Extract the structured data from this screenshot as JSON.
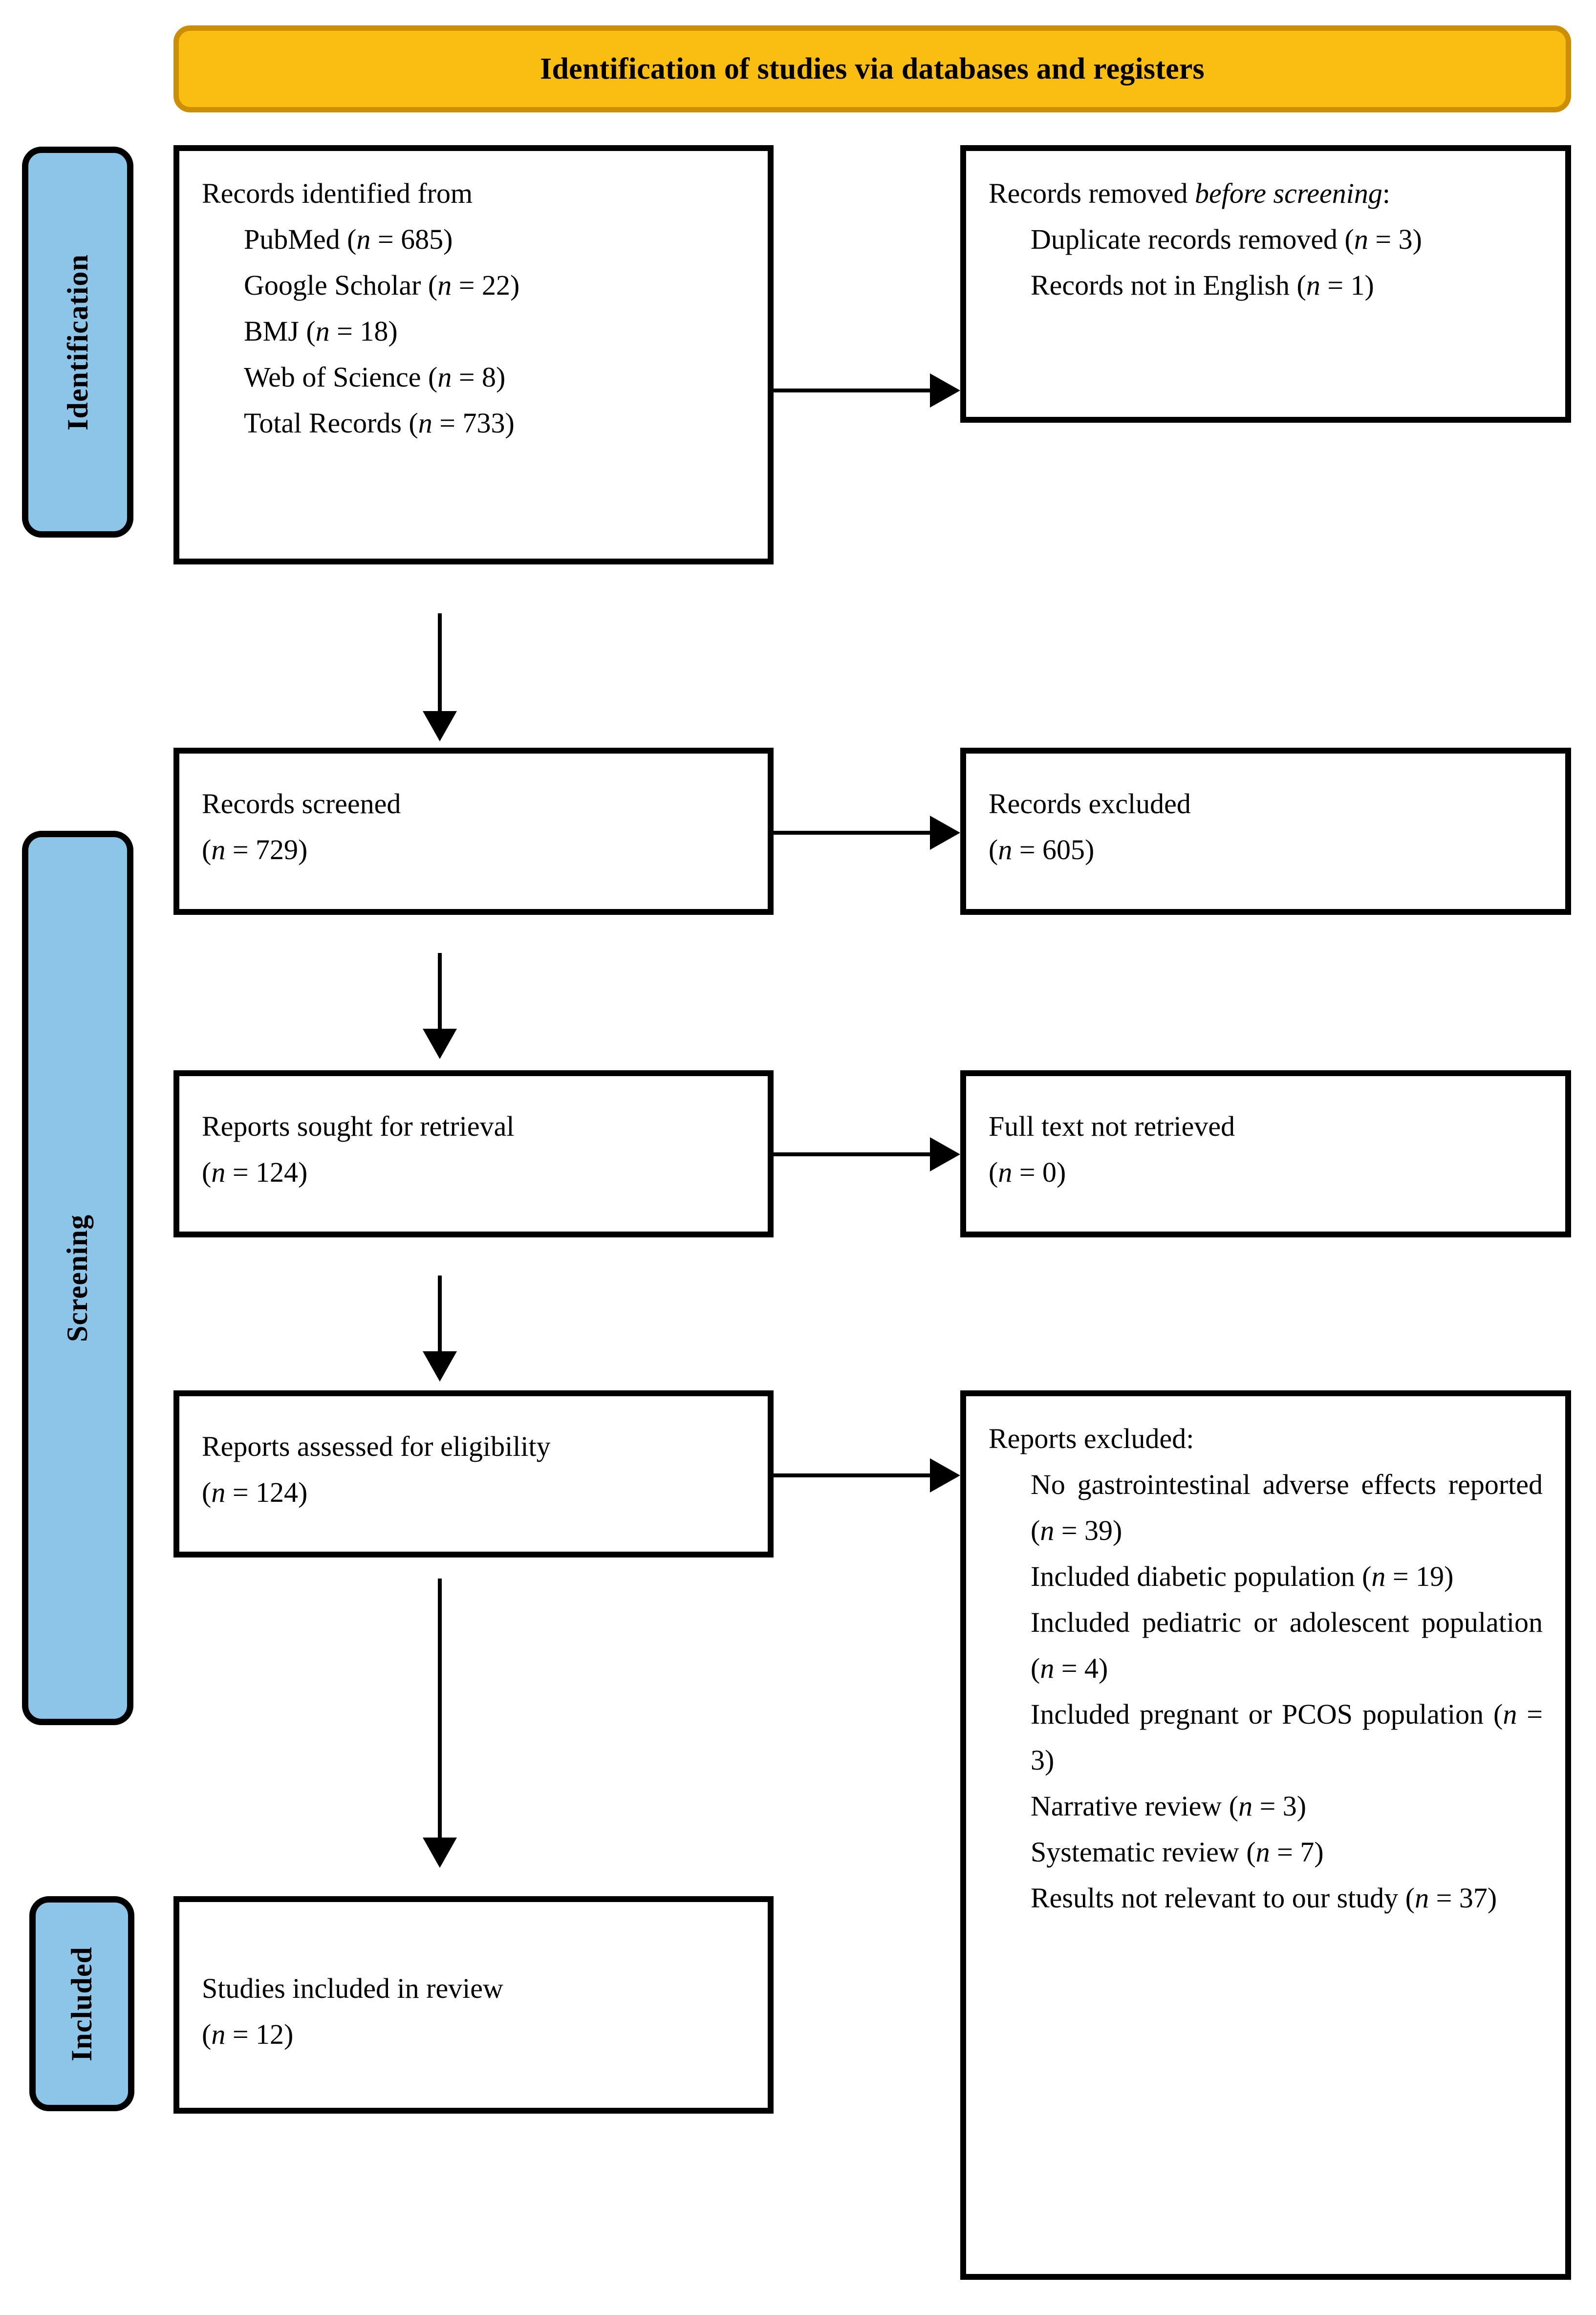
{
  "colors": {
    "banner_fill": "#FABE12",
    "banner_border": "#CC8E05",
    "stage_tab_fill": "#8CC5E8",
    "box_border": "#000000",
    "background": "#FFFFFF"
  },
  "banner": {
    "title": "Identification of studies via databases and registers"
  },
  "stages": [
    {
      "id": "identification",
      "label": "Identification"
    },
    {
      "id": "screening",
      "label": "Screening"
    },
    {
      "id": "included",
      "label": "Included"
    }
  ],
  "boxes": {
    "records_identified": {
      "heading": "Records identified from",
      "items": [
        "PubMed (n = 685)",
        "Google Scholar (n = 22)",
        "BMJ (n = 18)",
        "Web of Science (n = 8)",
        "Total Records (n = 733)"
      ],
      "sources": [
        {
          "name": "PubMed",
          "n": 685
        },
        {
          "name": "Google Scholar",
          "n": 22
        },
        {
          "name": "BMJ",
          "n": 18
        },
        {
          "name": "Web of Science",
          "n": 8
        },
        {
          "name": "Total Records",
          "n": 733
        }
      ]
    },
    "records_removed": {
      "heading_plain": "Records removed ",
      "heading_italic": "before screening",
      "heading_suffix": ":",
      "items": [
        "Duplicate records removed (n = 3)",
        "Records not in English (n = 1)"
      ],
      "reasons": [
        {
          "reason": "Duplicate records removed",
          "n": 3
        },
        {
          "reason": "Records not in English",
          "n": 1
        }
      ]
    },
    "records_screened": {
      "heading": "Records screened",
      "count": "(n = 729)",
      "n": 729
    },
    "records_excluded": {
      "heading": "Records excluded",
      "count": "(n = 605)",
      "n": 605
    },
    "reports_sought": {
      "heading": "Reports sought for retrieval",
      "count": "(n = 124)",
      "n": 124
    },
    "full_text_not_retrieved": {
      "heading": "Full text not retrieved",
      "count": "(n = 0)",
      "n": 0
    },
    "reports_assessed": {
      "heading": "Reports assessed for eligibility",
      "count": "(n = 124)",
      "n": 124
    },
    "reports_excluded": {
      "heading": "Reports excluded:",
      "items": [
        "No gastrointestinal adverse effects reported (n = 39)",
        "Included diabetic population (n = 19)",
        "Included pediatric or adolescent population (n = 4)",
        "Included pregnant or PCOS population (n = 3)",
        "Narrative review (n = 3)",
        "Systematic review (n = 7)",
        "Results not relevant to our study (n = 37)"
      ],
      "reasons": [
        {
          "reason": "No gastrointestinal adverse effects reported",
          "n": 39
        },
        {
          "reason": "Included diabetic population",
          "n": 19
        },
        {
          "reason": "Included pediatric or adolescent population",
          "n": 4
        },
        {
          "reason": "Included pregnant or PCOS population",
          "n": 3
        },
        {
          "reason": "Narrative review",
          "n": 3
        },
        {
          "reason": "Systematic review",
          "n": 7
        },
        {
          "reason": "Results not relevant to our study",
          "n": 37
        }
      ]
    },
    "studies_included": {
      "heading": "Studies included in review",
      "count": "(n = 12)",
      "n": 12
    }
  }
}
